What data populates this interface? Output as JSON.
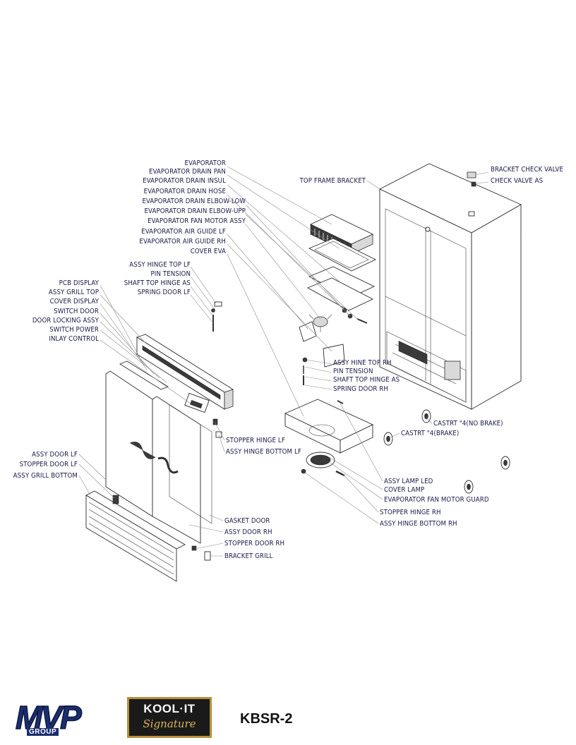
{
  "labels": {
    "evaporator": "EVAPORATOR",
    "evaporator_drain_pan": "EVAPORATOR DRAIN PAN",
    "evaporator_drain_insul": "EVAPORATOR DRAIN INSUL",
    "evaporator_drain_hose": "EVAPORATOR DRAIN HOSE",
    "evaporator_drain_elbow_low": "EVAPORATOR DRAIN ELBOW-LOW",
    "evaporator_drain_elbow_upp": "EVAPORATOR DRAIN ELBOW-UPP",
    "evaporator_fan_motor_assy": "EVAPORATOR FAN MOTOR ASSY",
    "evaporator_air_guide_lf": "EVAPORATOR AIR GUIDE LF",
    "evaporator_air_guide_rh": "EVAPORATOR AIR GUIDE RH",
    "cover_eva": "COVER EVA",
    "top_frame_bracket": "TOP FRAME BRACKET",
    "bracket_check_valve": "BRACKET CHECK VALVE",
    "check_valve_as": "CHECK VALVE AS",
    "assy_hinge_top_lf": "ASSY HINGE TOP LF",
    "pin_tension_lf": "PIN TENSION",
    "shaft_top_hinge_as_lf": "SHAFT TOP HINGE AS",
    "spring_door_lf": "SPRING DOOR LF",
    "pcb_display": "PCB DISPLAY",
    "assy_grill_top": "ASSY GRILL TOP",
    "cover_display": "COVER DISPLAY",
    "switch_door": "SWITCH DOOR",
    "door_locking_assy": "DOOR LOCKING ASSY",
    "switch_power": "SWITCH POWER",
    "inlay_control": "INLAY CONTROL",
    "assy_hine_top_rh": "ASSY HINE TOP RH",
    "pin_tension_rh": "PIN TENSION",
    "shaft_top_hinge_as_rh": "SHAFT TOP HINGE AS",
    "spring_door_rh": "SPRING DOOR RH",
    "castrt_no_brake": "CASTRT \"4(NO BRAKE)",
    "castrt_brake": "CASTRT \"4(BRAKE)",
    "stopper_hinge_lf": "STOPPER HINGE LF",
    "assy_hinge_bottom_lf": "ASSY HINGE BOTTOM LF",
    "assy_door_lf": "ASSY DOOR LF",
    "stopper_door_lf": "STOPPER DOOR LF",
    "assy_grill_bottom": "ASSY GRILL BOTTOM",
    "assy_lamp_led": "ASSY LAMP LED",
    "cover_lamp": "COVER LAMP",
    "evaporator_fan_motor_guard": "EVAPORATOR FAN MOTOR GUARD",
    "stopper_hinge_rh": "STOPPER HINGE RH",
    "assy_hinge_bottom_rh": "ASSY HINGE BOTTOM RH",
    "gasket_door": "GASKET DOOR",
    "assy_door_rh": "ASSY DOOR RH",
    "stopper_door_rh": "STOPPER DOOR RH",
    "bracket_grill": "BRACKET GRILL"
  },
  "footer": {
    "mvp_logo_text": "MVP",
    "mvp_logo_sub": "GROUP",
    "kool_it_logo_text": "KOOL·IT",
    "kool_it_logo_sub": "Signature",
    "model": "KBSR-2"
  }
}
